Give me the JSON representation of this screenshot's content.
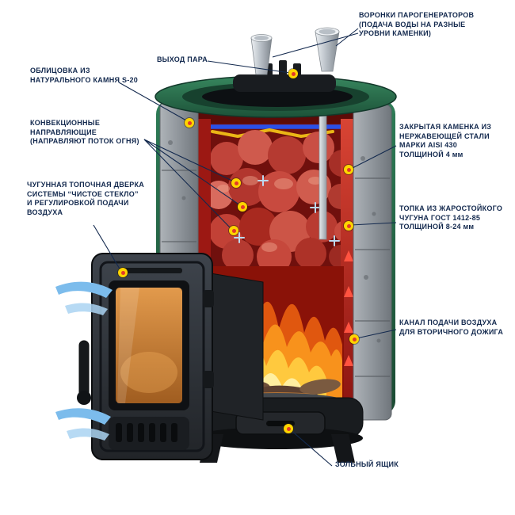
{
  "colors": {
    "background": "#ffffff",
    "label_text": "#13294e",
    "leader_line": "#13294e",
    "marker_outer": "#ffd400",
    "marker_inner": "#e23a2a",
    "cap_green": "#2c7a55",
    "cladding_grey": "#989da3",
    "chamber_red": "#b2201c",
    "channel_blue": "#2b50e8",
    "flame_orange": "#f8921c",
    "flame_yellow": "#ffc93e",
    "glass_amber": "#cd8137",
    "door_metal": "#2e3239",
    "air_blue": "#7cbcec",
    "funnel_steel": "#c3c9cf"
  },
  "labels": {
    "funnels": "ВОРОНКИ ПАРОГЕНЕРАТОРОВ\n(ПОДАЧА ВОДЫ НА РАЗНЫЕ\nУРОВНИ КАМЕНКИ)",
    "steam_exit": "ВЫХОД ПАРА",
    "cladding": "ОБЛИЦОВКА ИЗ\nНАТУРАЛЬНОГО КАМНЯ S-20",
    "convection": "КОНВЕКЦИОННЫЕ\nНАПРАВЛЯЮЩИЕ\n(НАПРАВЛЯЮТ ПОТОК ОГНЯ)",
    "door": "ЧУГУННАЯ ТОПОЧНАЯ ДВЕРКА\nСИСТЕМЫ “ЧИСТОЕ СТЕКЛО”\nИ РЕГУЛИРОВКОЙ ПОДАЧИ\nВОЗДУХА",
    "kamenka": "ЗАКРЫТАЯ КАМЕНКА ИЗ\nНЕРЖАВЕЮЩЕЙ СТАЛИ\nМАРКИ AISI 430\nТОЛЩИНОЙ 4 мм",
    "firebox": "ТОПКА ИЗ ЖАРОСТОЙКОГО\nЧУГУНА ГОСТ 1412-85\nТОЛЩИНОЙ 8-24 мм",
    "air_channel": "КАНАЛ ПОДАЧИ ВОЗДУХА\nДЛЯ ВТОРИЧНОГО ДОЖИГА",
    "ash_box": "ЗОЛЬНЫЙ ЯЩИК"
  }
}
